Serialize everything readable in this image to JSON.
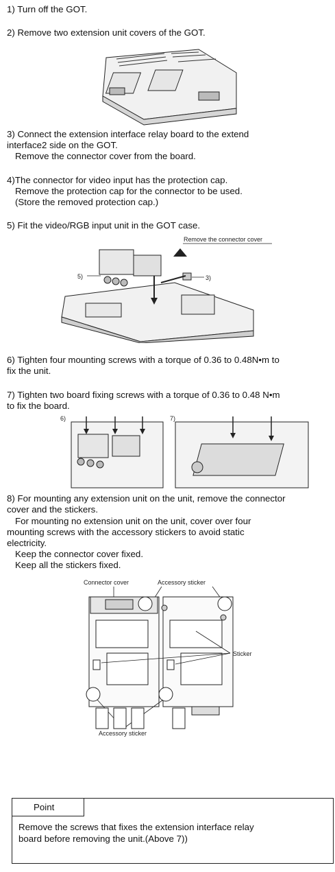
{
  "steps": {
    "s1": "1) Turn off the GOT.",
    "s2": "2) Remove two extension unit covers of the GOT.",
    "s3": [
      "3) Connect the extension interface relay board to the extend",
      "interface2 side on the GOT.",
      "Remove the connector cover from the board."
    ],
    "s4": [
      "4)The connector for video input has the protection cap.",
      "Remove the protection cap for the connector to be used.",
      "(Store the removed protection cap.)"
    ],
    "s5": "5) Fit the video/RGB input unit in the GOT case.",
    "s6": [
      "6) Tighten four mounting screws with a torque of 0.36 to 0.48N•m to",
      "fix the unit."
    ],
    "s7": [
      "7) Tighten two board fixing screws with a torque of 0.36 to 0.48 N•m",
      "to fix the board."
    ],
    "s8": [
      "8) For mounting any extension unit on the unit, remove the connector",
      "cover and the stickers.",
      "For mounting no extension unit on the unit, cover over four",
      "mounting screws with the accessory stickers to avoid static",
      "electricity.",
      "Keep the connector cover fixed.",
      "Keep all the stickers fixed."
    ]
  },
  "figures": {
    "fig2": {
      "callout_remove": "Remove the connector cover",
      "label_5": "5)",
      "label_3": "3)"
    },
    "fig3": {
      "label_6": "6)",
      "label_7": "7)"
    },
    "fig4": {
      "connector_cover": "Connector cover",
      "accessory_sticker_top": "Accessory sticker",
      "sticker": "Sticker",
      "accessory_sticker_bottom": "Accessory sticker"
    }
  },
  "point": {
    "title": "Point",
    "text": [
      "Remove the screws that fixes the extension interface relay",
      "board before removing the unit.(Above 7))"
    ]
  }
}
